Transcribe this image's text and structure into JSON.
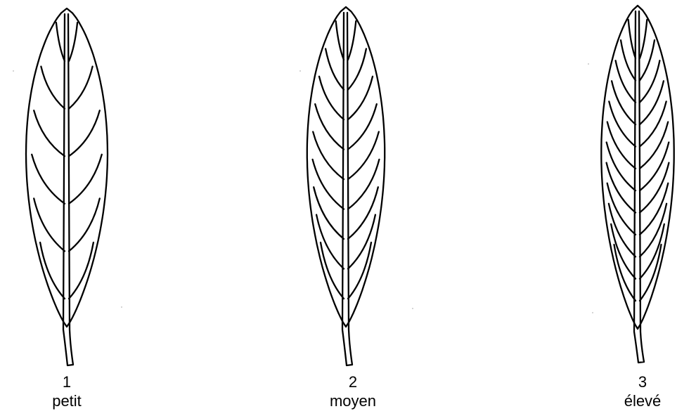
{
  "figure": {
    "leaves": [
      {
        "number": "1",
        "label": "petit",
        "vein_pairs": 6
      },
      {
        "number": "2",
        "label": "moyen",
        "vein_pairs": 9
      },
      {
        "number": "3",
        "label": "élevé",
        "vein_pairs": 12
      }
    ]
  }
}
